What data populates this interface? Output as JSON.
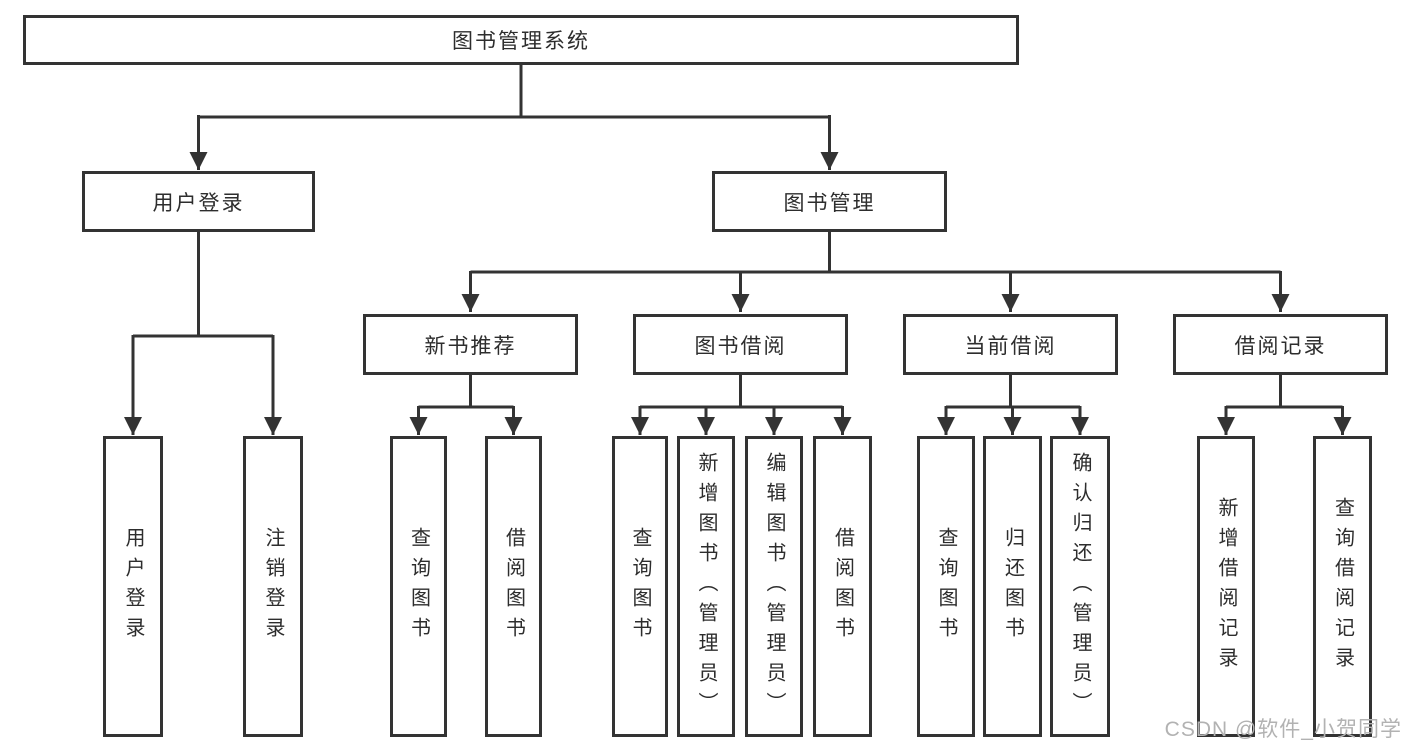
{
  "tree": {
    "root": {
      "label": "图书管理系统"
    },
    "branches": [
      {
        "label": "用户登录",
        "children": [
          {
            "label": "用户登录"
          },
          {
            "label": "注销登录"
          }
        ]
      },
      {
        "label": "图书管理",
        "children": [
          {
            "label": "新书推荐",
            "children": [
              {
                "label": "查询图书"
              },
              {
                "label": "借阅图书"
              }
            ]
          },
          {
            "label": "图书借阅",
            "children": [
              {
                "label": "查询图书"
              },
              {
                "label": "新增图书（管理员）"
              },
              {
                "label": "编辑图书（管理员）"
              },
              {
                "label": "借阅图书"
              }
            ]
          },
          {
            "label": "当前借阅",
            "children": [
              {
                "label": "查询图书"
              },
              {
                "label": "归还图书"
              },
              {
                "label": "确认归还（管理员）"
              }
            ]
          },
          {
            "label": "借阅记录",
            "children": [
              {
                "label": "新增借阅记录"
              },
              {
                "label": "查询借阅记录"
              }
            ]
          }
        ]
      }
    ]
  },
  "watermark": {
    "text": "CSDN @软件_小贺同学"
  },
  "colors": {
    "line": "#333333",
    "text": "#2d2d2d",
    "box_background": "#ffffff",
    "watermark": "#b2b2b2",
    "background": "#ffffff"
  }
}
